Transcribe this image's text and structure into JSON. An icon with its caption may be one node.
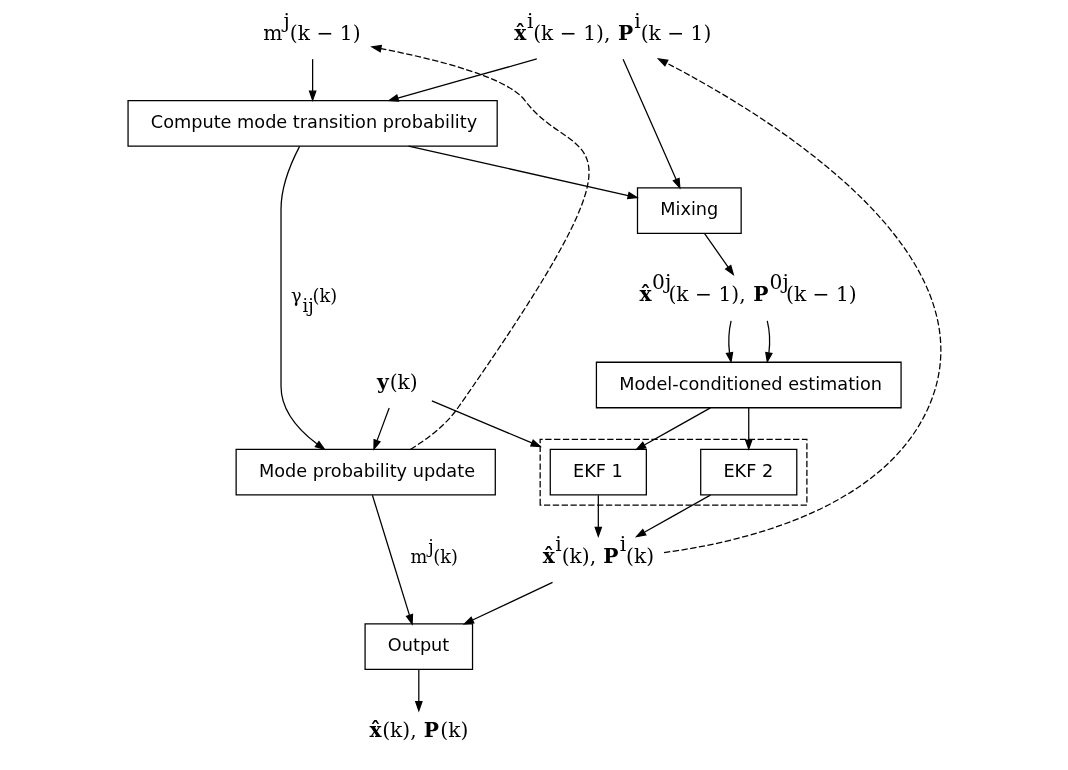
{
  "diagram": {
    "nodes": [
      {
        "text": [
          "m$^{j}$(k − 1)"
        ]
      },
      {
        "text": [
          "**x̂**$^{i}$(k − 1), **P**$^{i}$(k − 1)"
        ]
      },
      {
        "text": [
          "Compute mode transition probability"
        ]
      },
      {
        "text": [
          "Mixing"
        ]
      },
      {
        "text": [
          "**x̂**$^{0j}$(k − 1), **P**$^{0j}$(k − 1)"
        ]
      },
      {
        "text": [
          "Model-conditioned estimation"
        ]
      },
      {
        "text": [],
        "shape": "box"
      },
      {
        "text": [
          "EKF 1"
        ],
        "in": 6
      },
      {
        "text": [
          "EKF 2"
        ],
        "in": 6
      },
      {
        "text": [
          "**y**(k)"
        ]
      },
      {
        "text": [
          "Mode probability update"
        ]
      },
      {
        "text": [
          "**x̂**$^{i}$(k), **P**$^{i}$(k)"
        ]
      },
      {
        "text": [
          "Output"
        ]
      },
      {
        "text": [
          "**x̂**(k), **P**(k)"
        ]
      }
    ],
    "edges": [
      {
        "from": 0,
        "to": 2,
        "arrow": "to"
      },
      {
        "from": 1,
        "to": 2,
        "arrow": "to"
      },
      {
        "from": 1,
        "to": 3,
        "arrow": "to"
      },
      {
        "from": 2,
        "to": 3,
        "arrow": "to"
      },
      {
        "from": 2,
        "to": 10,
        "arrow": "to",
        "label": "γ$_{ij}$(k)"
      },
      {
        "from": 3,
        "to": 4,
        "arrow": "to"
      },
      {
        "from": 4,
        "to": 5,
        "arrow": "to"
      },
      {
        "from": 4,
        "to": 5,
        "arrow": "to"
      },
      {
        "from": 5,
        "to": 7,
        "arrow": "to"
      },
      {
        "from": 5,
        "to": 8,
        "arrow": "to"
      },
      {
        "from": 9,
        "to": 10,
        "arrow": "to"
      },
      {
        "from": 9,
        "to": 6,
        "arrow": "to"
      },
      {
        "from": 7,
        "to": 11,
        "arrow": "to"
      },
      {
        "from": 8,
        "to": 11,
        "arrow": "to"
      },
      {
        "from": 10,
        "to": 12,
        "arrow": "to",
        "label": "m$^{j}$(k)"
      },
      {
        "from": 11,
        "to": 12,
        "arrow": "to"
      },
      {
        "from": 12,
        "to": 13,
        "arrow": "to"
      },
      {
        "from": 10,
        "to": 0,
        "arrow": "to",
        "style": "dashed"
      },
      {
        "from": 11,
        "to": 1,
        "arrow": "to",
        "style": "dashed"
      }
    ]
  }
}
